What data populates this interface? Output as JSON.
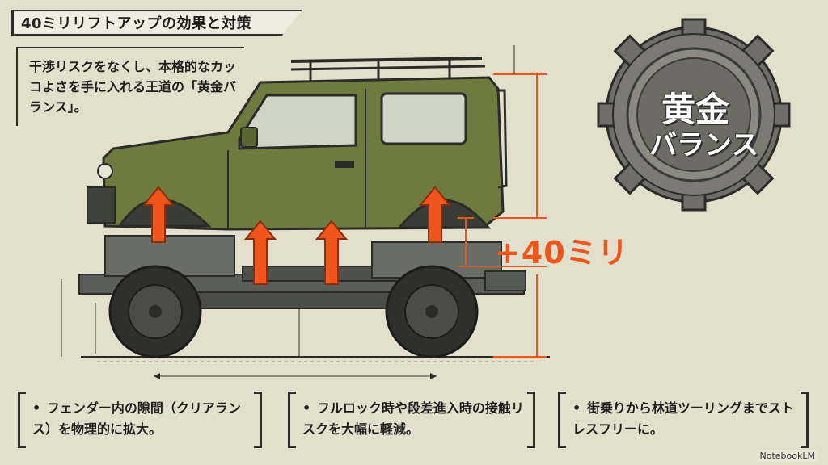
{
  "header": {
    "title": "40ミリリフトアップの効果と対策"
  },
  "intro": {
    "text": "干渉リスクをなくし、本格的なカッコよさを手に入れる王道の「黄金バランス」。"
  },
  "lift": {
    "label": "+40ミリ"
  },
  "badge": {
    "line1": "黄金",
    "line2": "バランス"
  },
  "benefits": [
    {
      "bullet": "•",
      "text": "フェンダー内の隙間（クリアランス）を物理的に拡大。"
    },
    {
      "bullet": "•",
      "text": "フルロック時や段差進入時の接触リスクを大幅に軽減。"
    },
    {
      "bullet": "•",
      "text": "街乗りから林道ツーリングまでストレスフリーに。"
    }
  ],
  "footer": {
    "watermark": "NotebookLM"
  },
  "colors": {
    "accent": "#f0561c",
    "body_green": "#6e7a3e",
    "background": "#e2e0cd",
    "ink": "#2b2b28"
  }
}
